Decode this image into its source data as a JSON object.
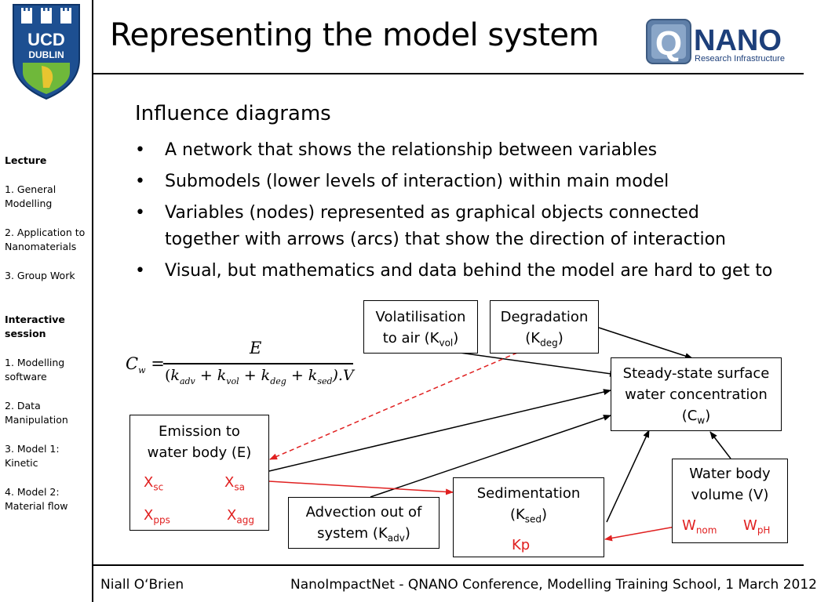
{
  "header": {
    "title": "Representing the model system",
    "left_logo": {
      "line1": "UCD",
      "line2": "DUBLIN"
    },
    "right_logo": {
      "mark": "Q",
      "text": "NANO",
      "subtext": "Research Infrastructure"
    }
  },
  "sidebar": {
    "items": [
      {
        "label": "Lecture",
        "bold": true
      },
      {
        "label": "1. General Modelling"
      },
      {
        "label": "2. Application to Nanomaterials"
      },
      {
        "label": "3. Group Work"
      },
      {
        "label": "Interactive session",
        "bold": true
      },
      {
        "label": "1. Modelling software"
      },
      {
        "label": "2. Data Manipulation"
      },
      {
        "label": "3. Model 1: Kinetic"
      },
      {
        "label": "4. Model 2: Material flow"
      }
    ]
  },
  "content": {
    "heading": "Influence diagrams",
    "bullets": [
      "A network that shows the relationship between variables",
      "Submodels (lower levels of interaction) within main model",
      "Variables (nodes) represented as graphical objects connected together with arrows (arcs) that show the direction of interaction",
      "Visual, but mathematics and data behind the model are hard to get to"
    ],
    "bullet_symbol": "•"
  },
  "formula": {
    "lhs": "C",
    "lhs_sub": "w",
    "equals": "=",
    "numerator": "E",
    "denominator": {
      "open": "(",
      "terms": [
        {
          "k": "k",
          "sub": "adv"
        },
        {
          "k": "k",
          "sub": "vol"
        },
        {
          "k": "k",
          "sub": "deg"
        },
        {
          "k": "k",
          "sub": "sed"
        }
      ],
      "plus": "+",
      "close": ").V"
    }
  },
  "diagram": {
    "volatilisation": {
      "line1": "Volatilisation",
      "line2": "to air (K",
      "sub": "vol",
      "close": ")"
    },
    "degradation": {
      "line1": "Degradation",
      "line2": "(K",
      "sub": "deg",
      "close": ")"
    },
    "steady_state": {
      "line1": "Steady-state surface",
      "line2": "water concentration",
      "line3": "(C",
      "sub": "w",
      "close": ")"
    },
    "emission": {
      "line1": "Emission to",
      "line2": "water body (E)",
      "params": [
        {
          "base": "X",
          "sub": "sc"
        },
        {
          "base": "X",
          "sub": "sa"
        },
        {
          "base": "X",
          "sub": "pps"
        },
        {
          "base": "X",
          "sub": "agg"
        }
      ]
    },
    "advection": {
      "line1": "Advection out of",
      "line2": "system (K",
      "sub": "adv",
      "close": ")"
    },
    "sedimentation": {
      "line1": "Sedimentation",
      "line2": "(K",
      "sub": "sed",
      "close": ")",
      "param": "Kp"
    },
    "water_volume": {
      "line1": "Water body",
      "line2": "volume (V)",
      "params": [
        {
          "base": "W",
          "sub": "nom"
        },
        {
          "base": "W",
          "sub": "pH"
        }
      ]
    },
    "colors": {
      "line": "#000000",
      "influence": "#e02020"
    }
  },
  "footer": {
    "author": "Niall O‘Brien",
    "event": "NanoImpactNet - QNANO Conference, Modelling Training School, 1 March 2012"
  }
}
